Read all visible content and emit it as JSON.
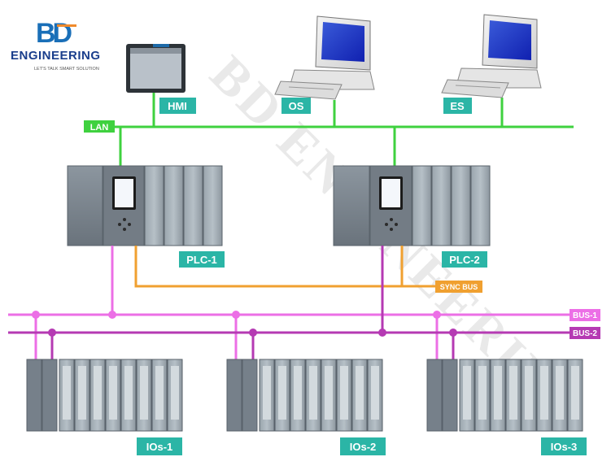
{
  "logo": {
    "mark": "BD",
    "name": "ENGINEERING",
    "tagline": "LET'S TALK SMART SOLUTION"
  },
  "watermark": "BD ENGINEERING",
  "stations": {
    "hmi": "HMI",
    "os": "OS",
    "es": "ES"
  },
  "networks": {
    "lan": "LAN",
    "sync_bus": "SYNC BUS",
    "bus1": "BUS-1",
    "bus2": "BUS-2"
  },
  "controllers": {
    "plc1": "PLC-1",
    "plc2": "PLC-2"
  },
  "io_racks": {
    "ios1": "IOs-1",
    "ios2": "IOs-2",
    "ios3": "IOs-3"
  },
  "colors": {
    "lan": "#3fd13f",
    "sync": "#f0a030",
    "bus1": "#ec6fe6",
    "bus2": "#b53ab3",
    "label_teal": "#2bb5a6",
    "logo_blue": "#1a6fb8"
  }
}
